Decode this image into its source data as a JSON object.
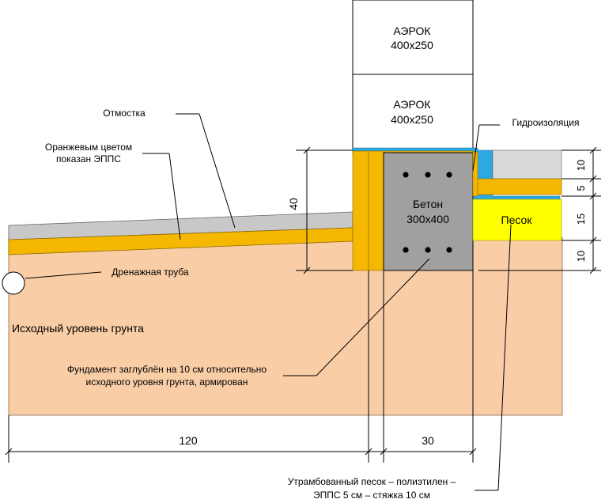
{
  "blocks": {
    "top": {
      "line1": "АЭРОК",
      "line2": "400х250"
    },
    "middle": {
      "line1": "АЭРОК",
      "line2": "400х250"
    }
  },
  "concrete": {
    "line1": "Бетон",
    "line2": "300х400"
  },
  "sand_label": "Песок",
  "labels": {
    "otmostka": "Отмостка",
    "epps_line1": "Оранжевым цветом",
    "epps_line2": "показан ЭППС",
    "hydro": "Гидроизоляция",
    "drain": "Дренажная труба",
    "ground": "Исходный уровень грунта",
    "foundation_line1": "Фундамент заглублён на 10 см относительно",
    "foundation_line2": "исходного уровня грунта, армирован",
    "layers_line1": "Утрамбованный песок – полиэтилен –",
    "layers_line2": "ЭППС 5 см – стяжка 10 см"
  },
  "dimensions": {
    "height_40": "40",
    "right_10_top": "10",
    "right_5": "5",
    "right_15": "15",
    "right_10_bottom": "10",
    "bottom_120": "120",
    "bottom_30": "30"
  },
  "colors": {
    "ground": "#f9cda6",
    "epps": "#f5b700",
    "otmostka": "#c8c8c8",
    "concrete": "#a0a0a0",
    "sand": "#ffff00",
    "screed": "#d9d9d9",
    "hydro": "#2ea8e0"
  }
}
